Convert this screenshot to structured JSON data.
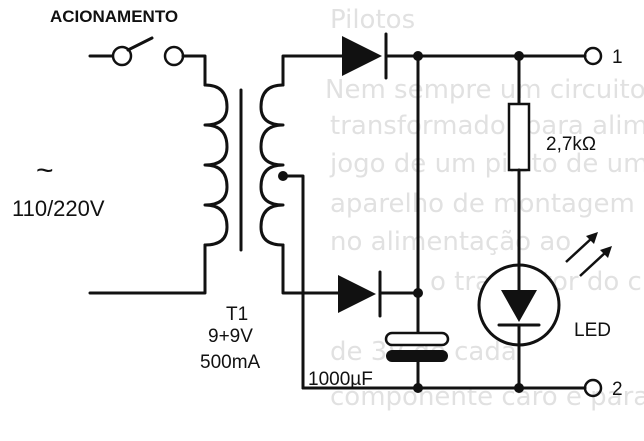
{
  "switch": {
    "label": "ACIONAMENTO"
  },
  "mains": {
    "symbol": "~",
    "voltage": "110/220V"
  },
  "transformer": {
    "ref": "T1",
    "rating": "9+9V",
    "current": "500mA"
  },
  "capacitor": {
    "value": "1000µF"
  },
  "resistor": {
    "value": "2,7kΩ"
  },
  "led": {
    "label": "LED"
  },
  "terminals": {
    "t1": "1",
    "t2": "2"
  },
  "background_text": [
    "Pilotos",
    "Nem sempre um circuito",
    "transformador para alimentar",
    "jogo de um piloto de um",
    "aparelho de montagem",
    "no alimentação ao",
    "o transistor do circuito",
    "de 3V de cada",
    "componente caro e para o circuito"
  ]
}
